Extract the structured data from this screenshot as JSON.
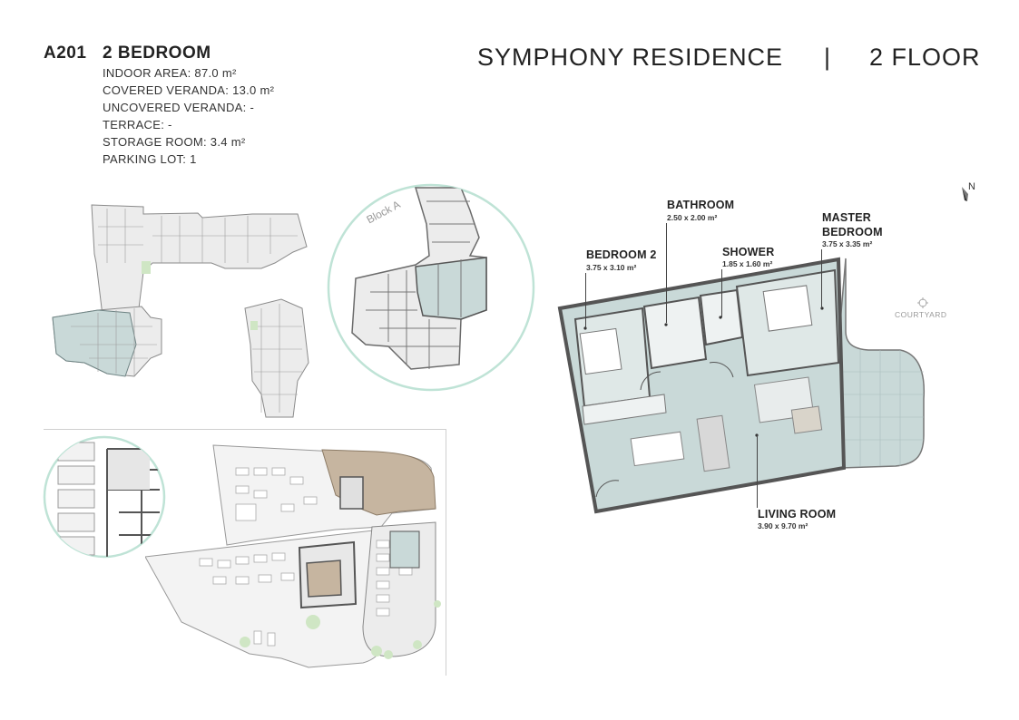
{
  "unit": {
    "code": "A201",
    "type": "2 BEDROOM",
    "specs": [
      "INDOOR AREA: 87.0 m²",
      "COVERED VERANDA: 13.0 m²",
      "UNCOVERED VERANDA: -",
      "TERRACE: -",
      "STORAGE ROOM: 3.4 m²",
      "PARKING LOT: 1"
    ]
  },
  "header": {
    "project": "SYMPHONY RESIDENCE",
    "separator": "|",
    "floor": "2 FLOOR"
  },
  "rooms": {
    "bathroom": {
      "name": "BATHROOM",
      "dims": "2.50 x 2.00 m²"
    },
    "bedroom2": {
      "name": "BEDROOM 2",
      "dims": "3.75 x 3.10 m²"
    },
    "shower": {
      "name": "SHOWER",
      "dims": "1.85 x 1.60 m²"
    },
    "master": {
      "name_line1": "MASTER",
      "name_line2": "BEDROOM",
      "dims": "3.75 x 3.35 m²"
    },
    "living": {
      "name": "LIVING ROOM",
      "dims": "3.90 x 9.70 m²"
    }
  },
  "labels": {
    "courtyard": "COURTYARD",
    "compass": "N",
    "block": "Block A"
  },
  "colors": {
    "unit_highlight": "#c9d9d8",
    "circle_outline": "#bfe3d6",
    "wall": "#666666",
    "greenery": "#cfe6c4",
    "paving": "#c6b5a0"
  }
}
